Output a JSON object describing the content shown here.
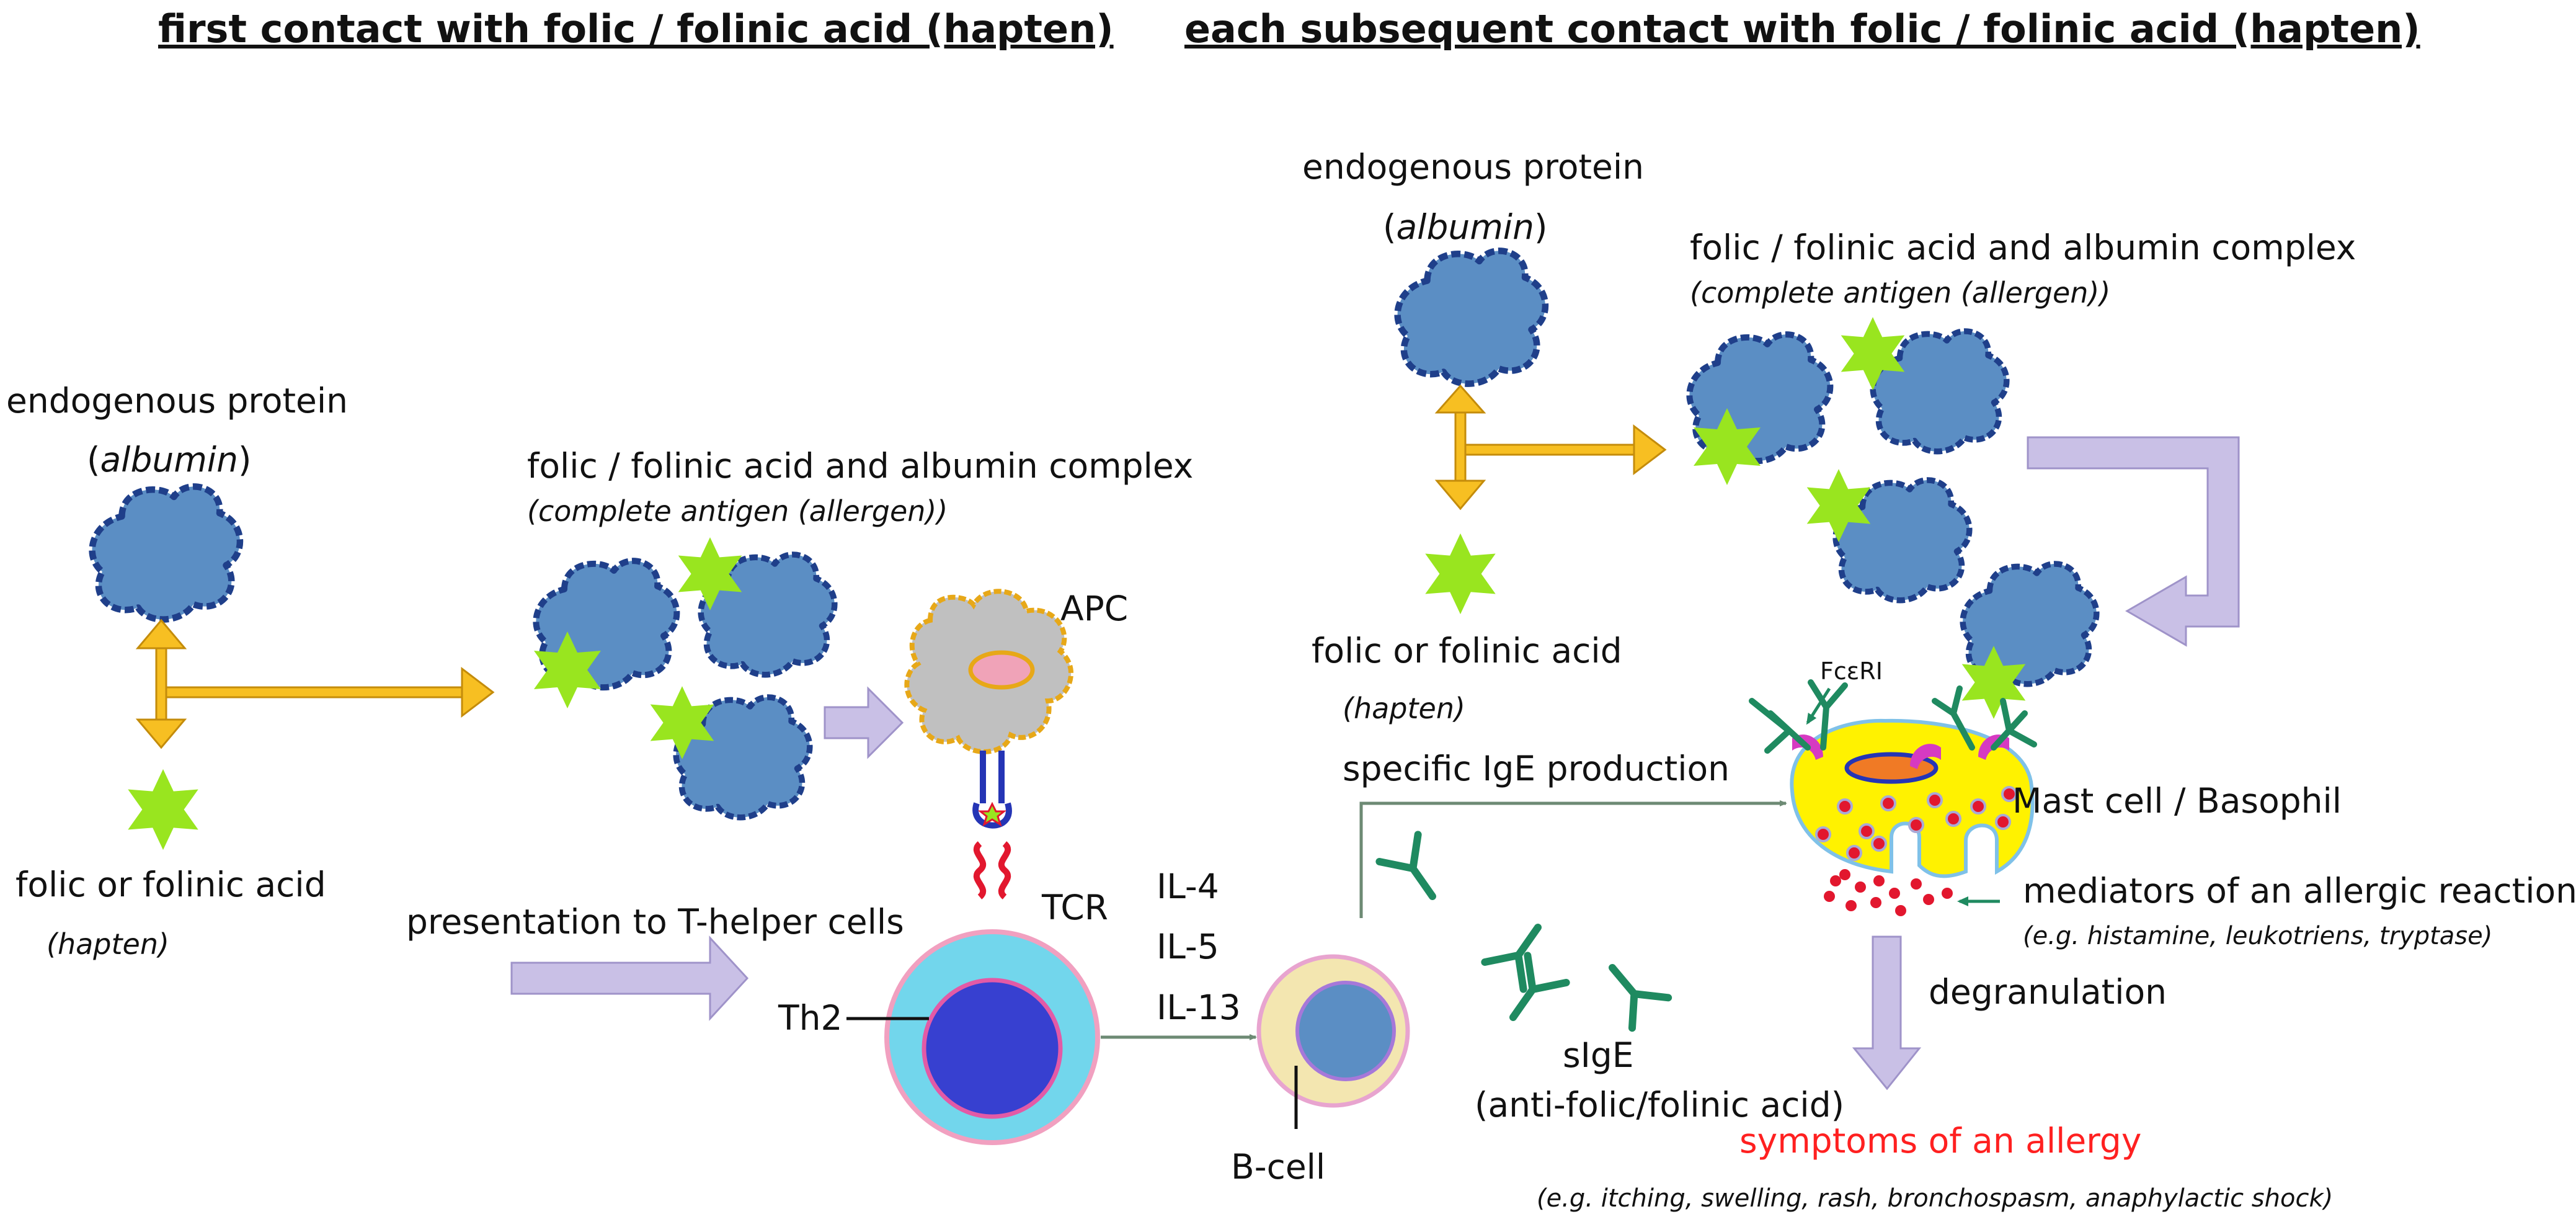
{
  "headings": {
    "first_contact": "first contact with folic / folinic acid (hapten)",
    "subsequent_contact": "each subsequent contact with folic / folinic acid (hapten)"
  },
  "first_contact": {
    "protein_label": "endogenous protein",
    "protein_name": "albumin",
    "hapten_label": "folic or folinic acid",
    "hapten_tag": "(hapten)",
    "complex_label": "folic / folinic acid and albumin complex",
    "complex_sub": "(complete antigen (allergen))",
    "apc_label": "APC",
    "tcr_label": "TCR",
    "th2_label": "Th2",
    "presentation_label": "presentation to T-helper cells",
    "interleukins": [
      "IL-4",
      "IL-5",
      "IL-13"
    ],
    "bcell_label": "B-cell"
  },
  "subsequent_contact": {
    "protein_label": "endogenous protein",
    "protein_name": "albumin",
    "hapten_label": "folic or folinic acid",
    "hapten_tag": "(hapten)",
    "complex_label": "folic / folinic acid and albumin complex",
    "complex_sub": "(complete antigen (allergen))",
    "ige_production_label": "specific IgE production",
    "receptor_label": "FcεRI",
    "mast_cell_label": "Mast cell / Basophil",
    "sige_label": "sIgE",
    "sige_sub": "(anti-folic/folinic acid)",
    "mediators_label": "mediators of an allergic reaction",
    "mediators_examples": "(e.g. histamine, leukotriens, tryptase)",
    "degranulation_label": "degranulation",
    "symptoms_label": "symptoms of an allergy",
    "symptoms_examples": "(e.g. itching, swelling, rash, bronchospasm, anaphylactic shock)"
  },
  "colors": {
    "albumin_fill": "#5b8ec4",
    "albumin_outline": "#1f3f8a",
    "hapten_star": "#99e51f",
    "bidirectional_arrow": "#f7bf22",
    "process_arrow": "#c9c0e6",
    "th2_outer": "#72d6ec",
    "th2_nucleus": "#3740d0",
    "bcell_outer": "#f3e6b0",
    "bcell_nucleus": "#5b8ec4",
    "mast_cell": "#fff200",
    "antibody": "#1f8a60",
    "receptor": "#d63ac2",
    "granule": "#e2172e",
    "symptoms_text": "#ff2020"
  }
}
